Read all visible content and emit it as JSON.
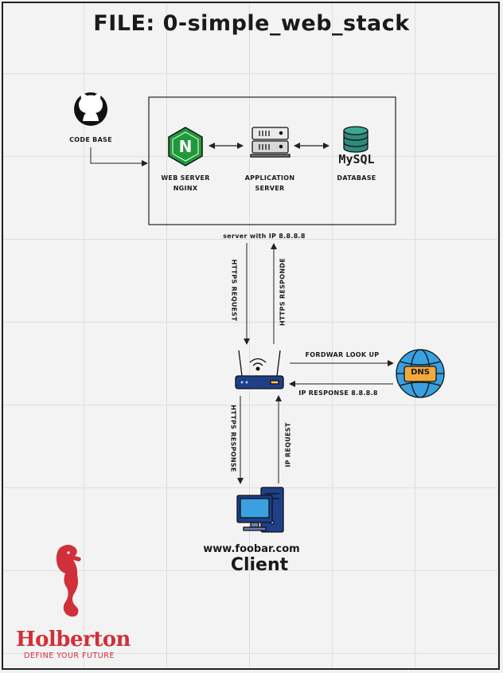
{
  "title": "FILE: 0-simple_web_stack",
  "nodes": {
    "codebase": "CODE BASE",
    "webserver_line1": "WEB SERVER",
    "webserver_line2": "NGINX",
    "appserver_line1": "APPLICATION",
    "appserver_line2": "SERVER",
    "database": "DATABASE",
    "mysql_logo": "MySQL",
    "nginx_logo": "N",
    "dns_logo": "DNS"
  },
  "edges": {
    "server_ip": "server with IP 8.8.8.8",
    "https_request": "HTTPS REQUEST",
    "https_responde": "HTTPS RESPONDE",
    "forward_lookup": "FORDWAR LOOK UP",
    "ip_response": "IP RESPONSE 8.8.8.8",
    "https_response": "HTTPS RESPONSE",
    "ip_request": "IP REQUEST"
  },
  "client": {
    "domain": "www.foobar.com",
    "label": "Client"
  },
  "brand": {
    "name": "Holberton",
    "tagline": "DEFINE YOUR FUTURE",
    "color": "#d0303a"
  },
  "colors": {
    "nginx": "#1f9a3a",
    "router": "#1f3f8a",
    "dns_globe": "#3aa0e0",
    "database": "#2e8a7a"
  }
}
